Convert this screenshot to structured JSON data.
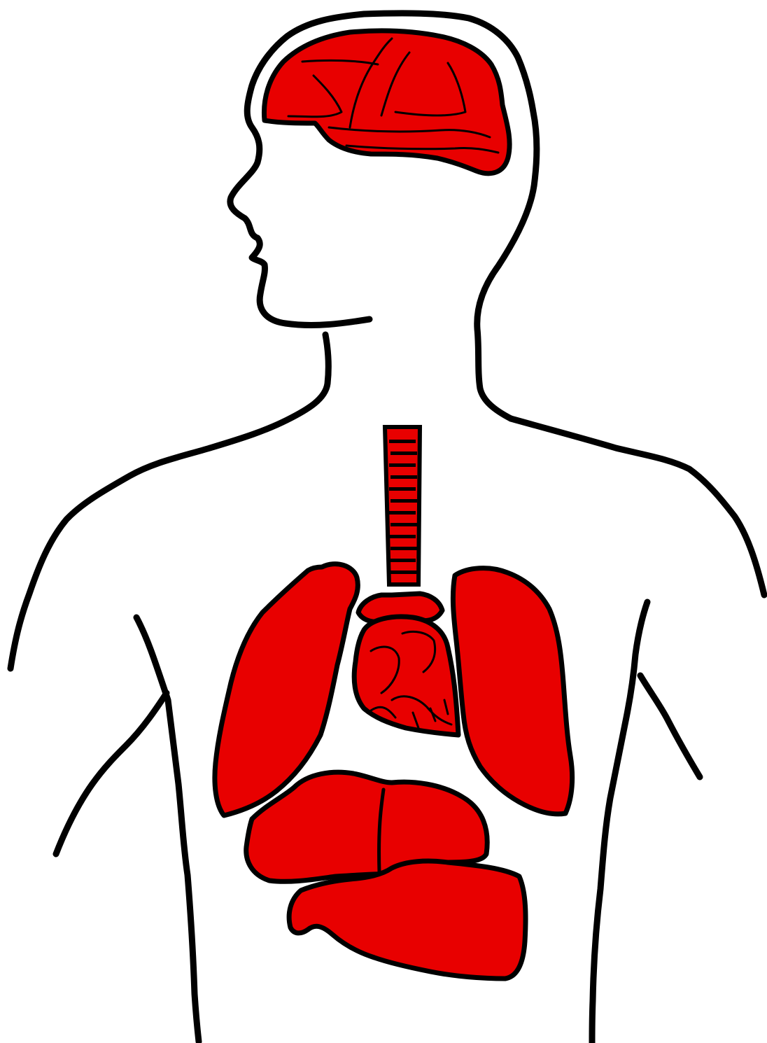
{
  "diagram": {
    "background": "#ffffff",
    "organ_color": "#e80000",
    "outline_color": "#000000",
    "organs": [
      "brain",
      "trachea",
      "heart",
      "left-lung",
      "right-lung",
      "liver",
      "stomach"
    ]
  }
}
